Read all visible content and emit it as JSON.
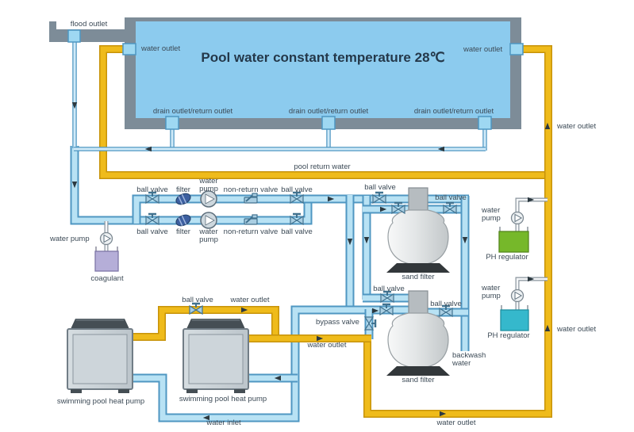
{
  "diagram_title": "Pool water constant temperature 28℃",
  "strings": {
    "pool_title": "Pool water constant temperature 28℃",
    "flood_outlet": "flood outlet",
    "water_outlet": "water outlet",
    "drain_outlet": "drain outlet/return outlet",
    "pool_return_water": "pool return water",
    "ball_valve": "ball valve",
    "filter": "filter",
    "water": "water",
    "pump": "pump",
    "water_pump": "water pump",
    "non_return_valve": "non-return valve",
    "coagulant": "coagulant",
    "sand_filter": "sand filter",
    "bypass_valve": "bypass valve",
    "backwash": "backwash",
    "ph_regulator": "PH regulator",
    "heat_pump": "swimming pool heat pump",
    "water_inlet": "water inlet"
  },
  "icons": {
    "ball_valve": "bowtie-gate-valve",
    "non_return_valve": "check-valve-flap",
    "filter": "dark-lens-strainer",
    "water_pump": "circle-with-triangle",
    "arrow": "flow-direction-arrow",
    "sand_filter": "dome-tank-on-pedestal",
    "heat_pump": "boxed-unit-with-dark-cap",
    "tank": "open-top-square-tank"
  },
  "colors": {
    "pool_water": "#8ccbee",
    "wall": "#7d8c98",
    "port": "#9ed8f2",
    "pipe_blue": "#b8e2f4",
    "pipe_blue_edge": "#4f97c2",
    "pipe_thin": "#cfeaf8",
    "pipe_yellow": "#efbb1b",
    "pipe_yellow_edge": "#c7930a",
    "coagulant_tank": "#b5aed8",
    "ph_tank_green": "#76b82a",
    "ph_tank_teal": "#35b8cc",
    "text": "#3c4a56",
    "title": "#24384a"
  }
}
